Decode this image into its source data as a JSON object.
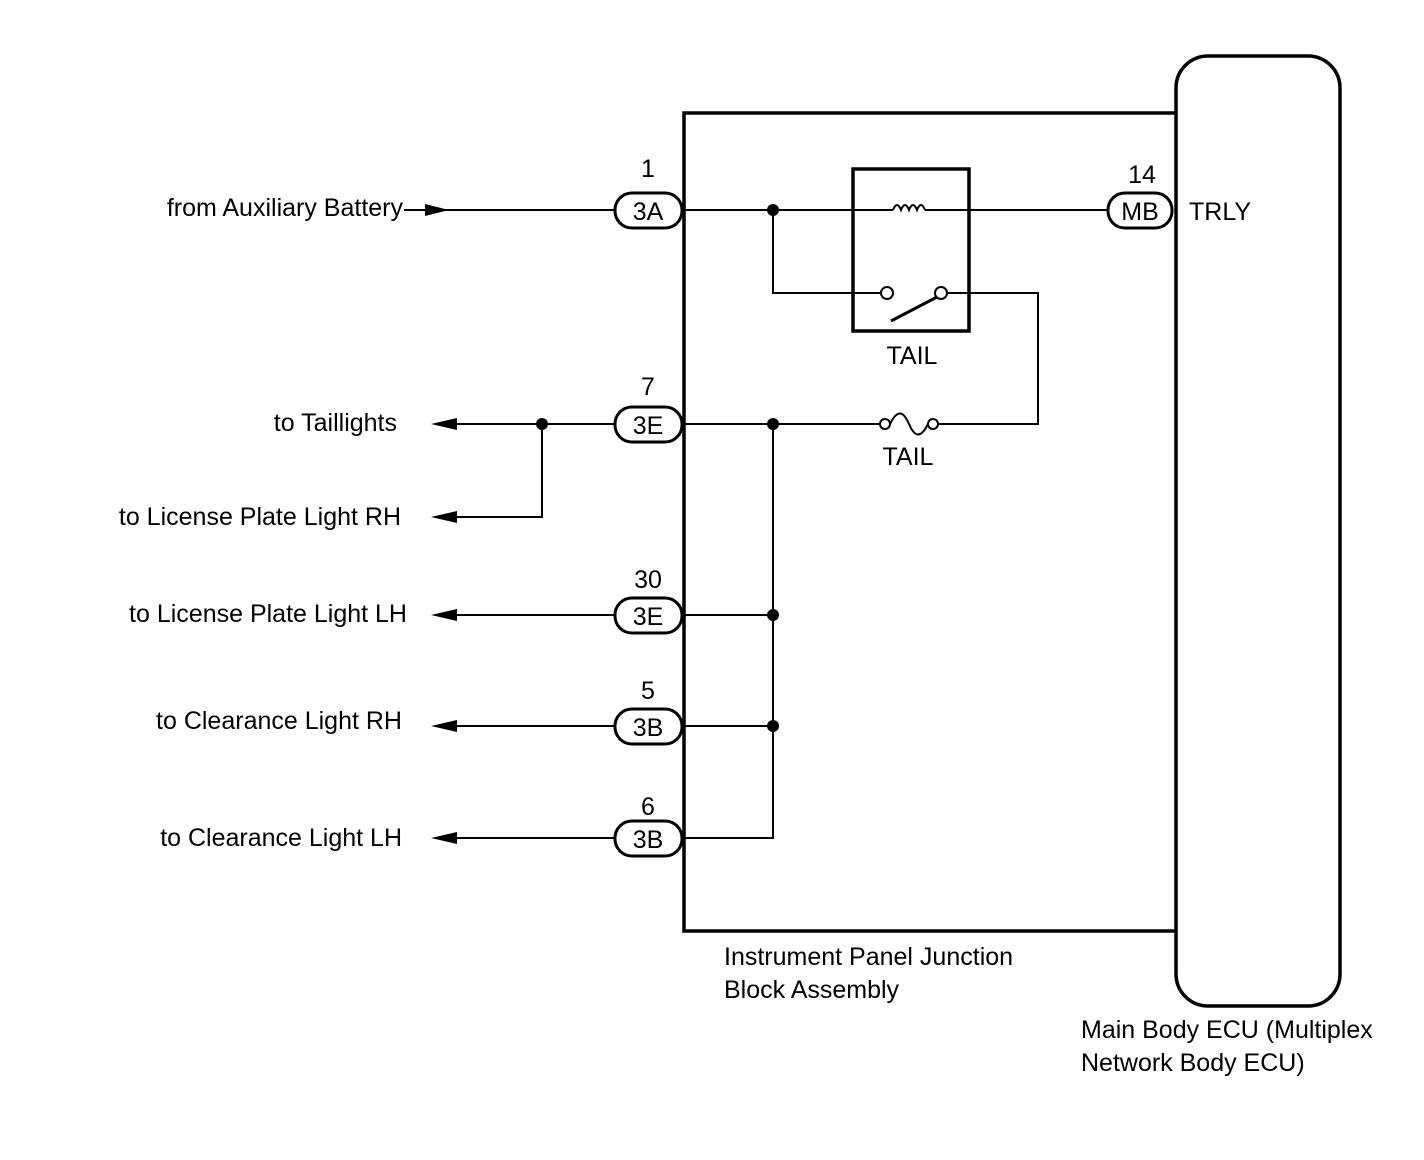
{
  "components": {
    "junction_block": "Instrument Panel Junction\nBlock Assembly",
    "ecu": "Main Body ECU (Multiplex\nNetwork Body ECU)",
    "ecu_terminal": "TRLY",
    "relay": "TAIL",
    "fuse": "TAIL"
  },
  "connectors": [
    {
      "pin": "1",
      "code": "3A"
    },
    {
      "pin": "7",
      "code": "3E"
    },
    {
      "pin": "30",
      "code": "3E"
    },
    {
      "pin": "5",
      "code": "3B"
    },
    {
      "pin": "6",
      "code": "3B"
    },
    {
      "pin": "14",
      "code": "MB"
    }
  ],
  "external": {
    "input": "from Auxiliary Battery",
    "outputs": [
      "to Taillights",
      "to License Plate Light RH",
      "to License Plate Light LH",
      "to Clearance Light RH",
      "to Clearance Light LH"
    ]
  }
}
